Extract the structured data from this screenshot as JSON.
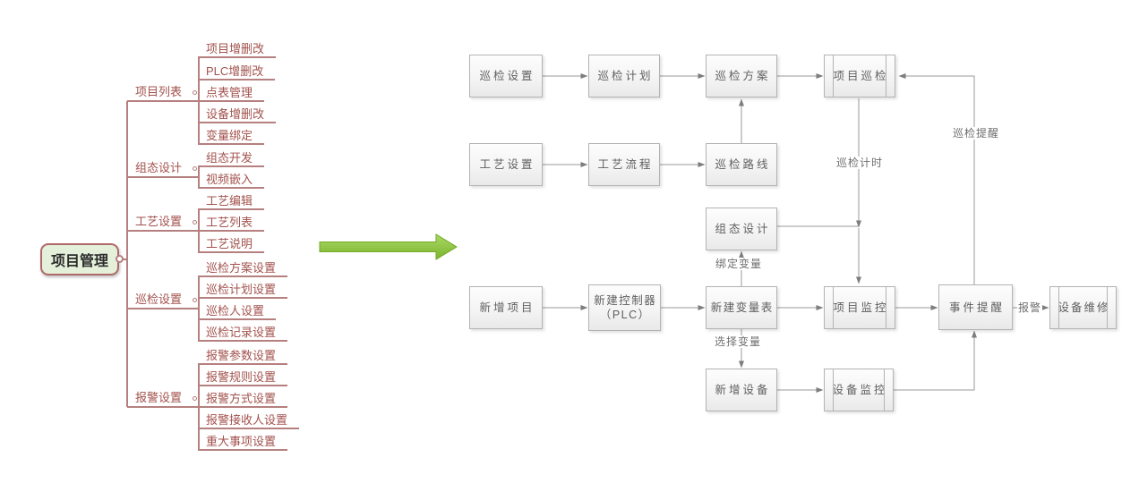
{
  "mindmap": {
    "root": "项目管理",
    "branches": [
      {
        "label": "项目列表",
        "children": [
          "项目增删改",
          "PLC增删改",
          "点表管理",
          "设备增删改",
          "变量绑定"
        ]
      },
      {
        "label": "组态设计",
        "children": [
          "组态开发",
          "视频嵌入"
        ]
      },
      {
        "label": "工艺设置",
        "children": [
          "工艺编辑",
          "工艺列表",
          "工艺说明"
        ]
      },
      {
        "label": "巡检设置",
        "children": [
          "巡检方案设置",
          "巡检计划设置",
          "巡检人设置",
          "巡检记录设置"
        ]
      },
      {
        "label": "报警设置",
        "children": [
          "报警参数设置",
          "报警规则设置",
          "报警方式设置",
          "报警接收人设置",
          "重大事项设置"
        ]
      }
    ]
  },
  "flowchart": {
    "nodes": {
      "inspection_settings": "巡检设置",
      "inspection_plan": "巡检计划",
      "inspection_scheme": "巡检方案",
      "project_inspection": "项目巡检",
      "process_settings": "工艺设置",
      "process_flow": "工艺流程",
      "inspection_route": "巡检路线",
      "config_design": "组态设计",
      "new_project": "新增项目",
      "new_controller_line1": "新建控制器",
      "new_controller_line2": "（PLC）",
      "new_variable_table": "新建变量表",
      "project_monitoring": "项目监控",
      "event_reminder": "事件提醒",
      "equipment_maintenance": "设备维修",
      "new_equipment": "新增设备",
      "equipment_monitoring": "设备监控"
    },
    "edge_labels": {
      "inspection_timing": "巡检计时",
      "inspection_reminder": "巡检提醒",
      "bind_variable": "绑定变量",
      "select_variable": "选择变量",
      "alarm": "报警"
    }
  },
  "colors": {
    "mindmap_line": "#b5807f",
    "mindmap_text": "#a2524d",
    "root_fill": "#e4f0da",
    "root_border": "#b0696b",
    "flow_border": "#b3b3b3",
    "flow_text": "#5f5f5f",
    "edge_line": "#9a9a9a",
    "edge_text": "#6e6e6e",
    "arrow_green": "#8cc63f"
  }
}
